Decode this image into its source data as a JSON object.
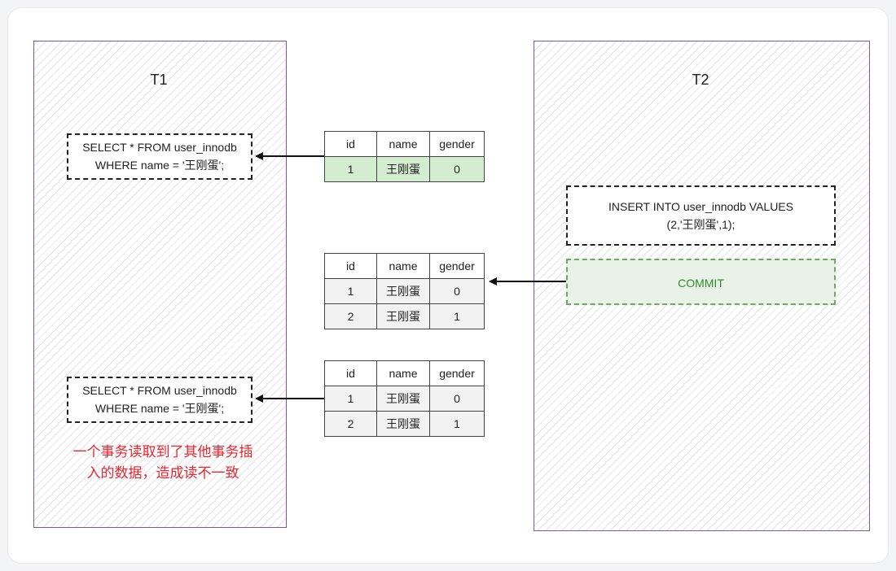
{
  "t1": {
    "title": "T1",
    "query1": [
      "SELECT * FROM user_innodb",
      "WHERE name = '王刚蛋';"
    ],
    "query2": [
      "SELECT * FROM user_innodb",
      "WHERE name = '王刚蛋';"
    ],
    "note": [
      "一个事务读取到了其他事务插",
      "入的数据，造成读不一致"
    ]
  },
  "t2": {
    "title": "T2",
    "insert": [
      "INSERT INTO user_innodb VALUES",
      "(2,'王刚蛋',1);"
    ],
    "commit": "COMMIT"
  },
  "tables": {
    "headers": [
      "id",
      "name",
      "gender"
    ],
    "table1": [
      [
        "1",
        "王刚蛋",
        "0"
      ]
    ],
    "table2": [
      [
        "1",
        "王刚蛋",
        "0"
      ],
      [
        "2",
        "王刚蛋",
        "1"
      ]
    ],
    "table3": [
      [
        "1",
        "王刚蛋",
        "0"
      ],
      [
        "2",
        "王刚蛋",
        "1"
      ]
    ]
  },
  "colors": {
    "panel_border": "#7a5a9a",
    "highlight_row": "#d4ecd0",
    "commit_text": "#2e8a2e",
    "note_text": "#e8262f"
  }
}
